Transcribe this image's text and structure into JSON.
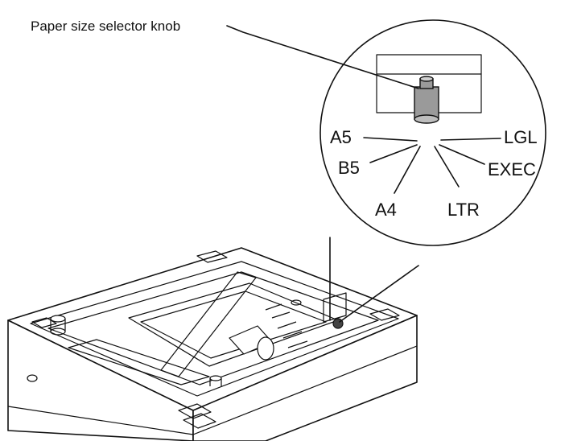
{
  "callout_label": "Paper size selector knob",
  "size_labels": {
    "a5": "A5",
    "b5": "B5",
    "a4": "A4",
    "ltr": "LTR",
    "exec": "EXEC",
    "lgl": "LGL"
  },
  "colors": {
    "line": "#111111",
    "background": "#ffffff",
    "knob_fill": "#9a9a9a",
    "knob_top": "#cfcfcf"
  }
}
